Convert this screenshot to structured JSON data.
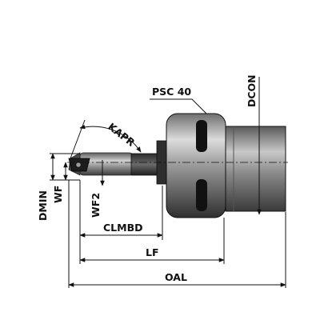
{
  "labels": {
    "psc": "PSC 40",
    "dcon": "DCON",
    "kapr": "KAPR",
    "dmin": "DMIN",
    "wf": "WF",
    "wf2": "WF2",
    "clmbd": "CLMBD",
    "lf": "LF",
    "oal": "OAL"
  },
  "colors": {
    "line": "#111111",
    "steel_dark": "#3a3a3a",
    "steel_mid": "#8c8c8c",
    "steel_light": "#d8d8d8"
  }
}
